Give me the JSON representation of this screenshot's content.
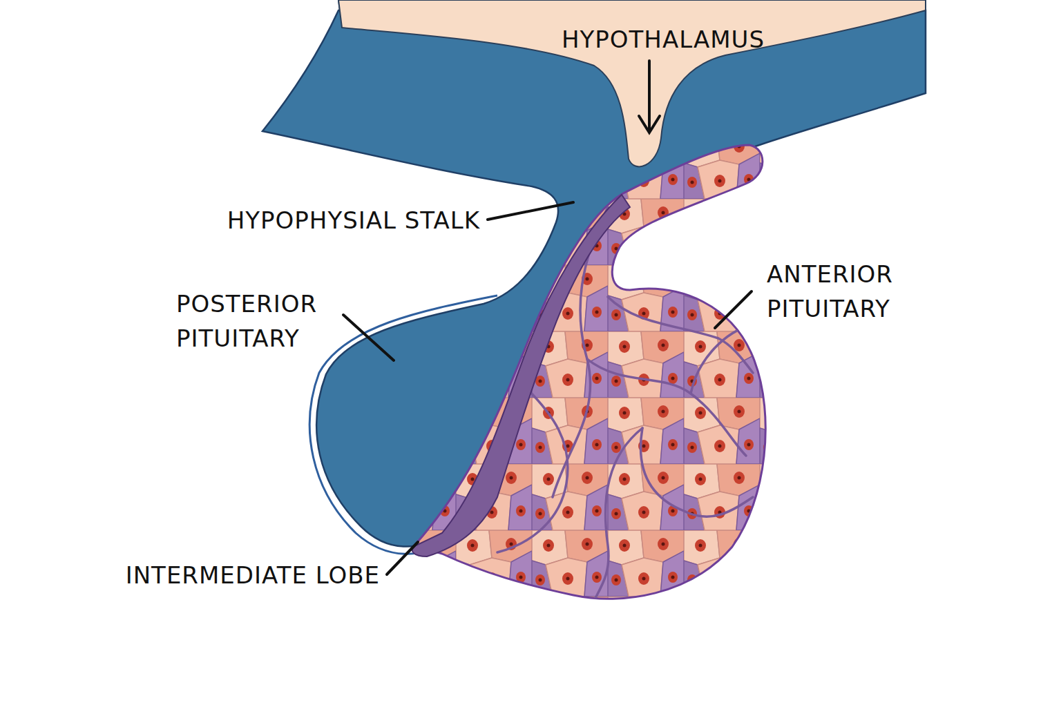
{
  "diagram": {
    "labels": [
      "HYPOTHALAMUS",
      "HYPOPHYSIAL STALK",
      "POSTERIOR PITUITARY",
      "ANTERIOR PITUITARY",
      "INTERMEDIATE LOBE"
    ]
  }
}
